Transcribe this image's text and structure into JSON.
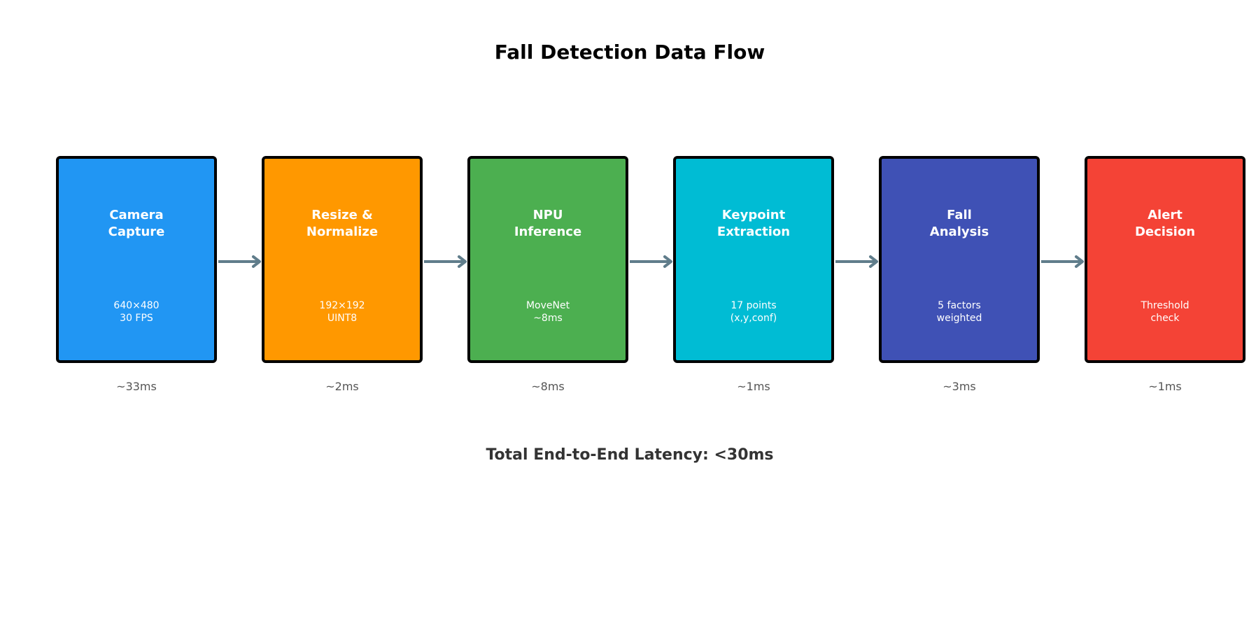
{
  "diagram": {
    "title": "Fall Detection Data Flow",
    "stages": [
      {
        "title_lines": [
          "Camera",
          "Capture"
        ],
        "detail_lines": [
          "640×480",
          "30 FPS"
        ],
        "latency": "~33ms",
        "color": "#2196F3"
      },
      {
        "title_lines": [
          "Resize &",
          "Normalize"
        ],
        "detail_lines": [
          "192×192",
          "UINT8"
        ],
        "latency": "~2ms",
        "color": "#FF9800"
      },
      {
        "title_lines": [
          "NPU",
          "Inference"
        ],
        "detail_lines": [
          "MoveNet",
          "~8ms"
        ],
        "latency": "~8ms",
        "color": "#4CAF50"
      },
      {
        "title_lines": [
          "Keypoint",
          "Extraction"
        ],
        "detail_lines": [
          "17 points",
          "(x,y,conf)"
        ],
        "latency": "~1ms",
        "color": "#00BCD4"
      },
      {
        "title_lines": [
          "Fall",
          "Analysis"
        ],
        "detail_lines": [
          "5 factors",
          "weighted"
        ],
        "latency": "~3ms",
        "color": "#3F51B5"
      },
      {
        "title_lines": [
          "Alert",
          "Decision"
        ],
        "detail_lines": [
          "Threshold",
          "check"
        ],
        "latency": "~1ms",
        "color": "#F44336"
      }
    ],
    "arrow_color": "#607D8B",
    "total_latency": "Total End-to-End Latency: <30ms"
  }
}
